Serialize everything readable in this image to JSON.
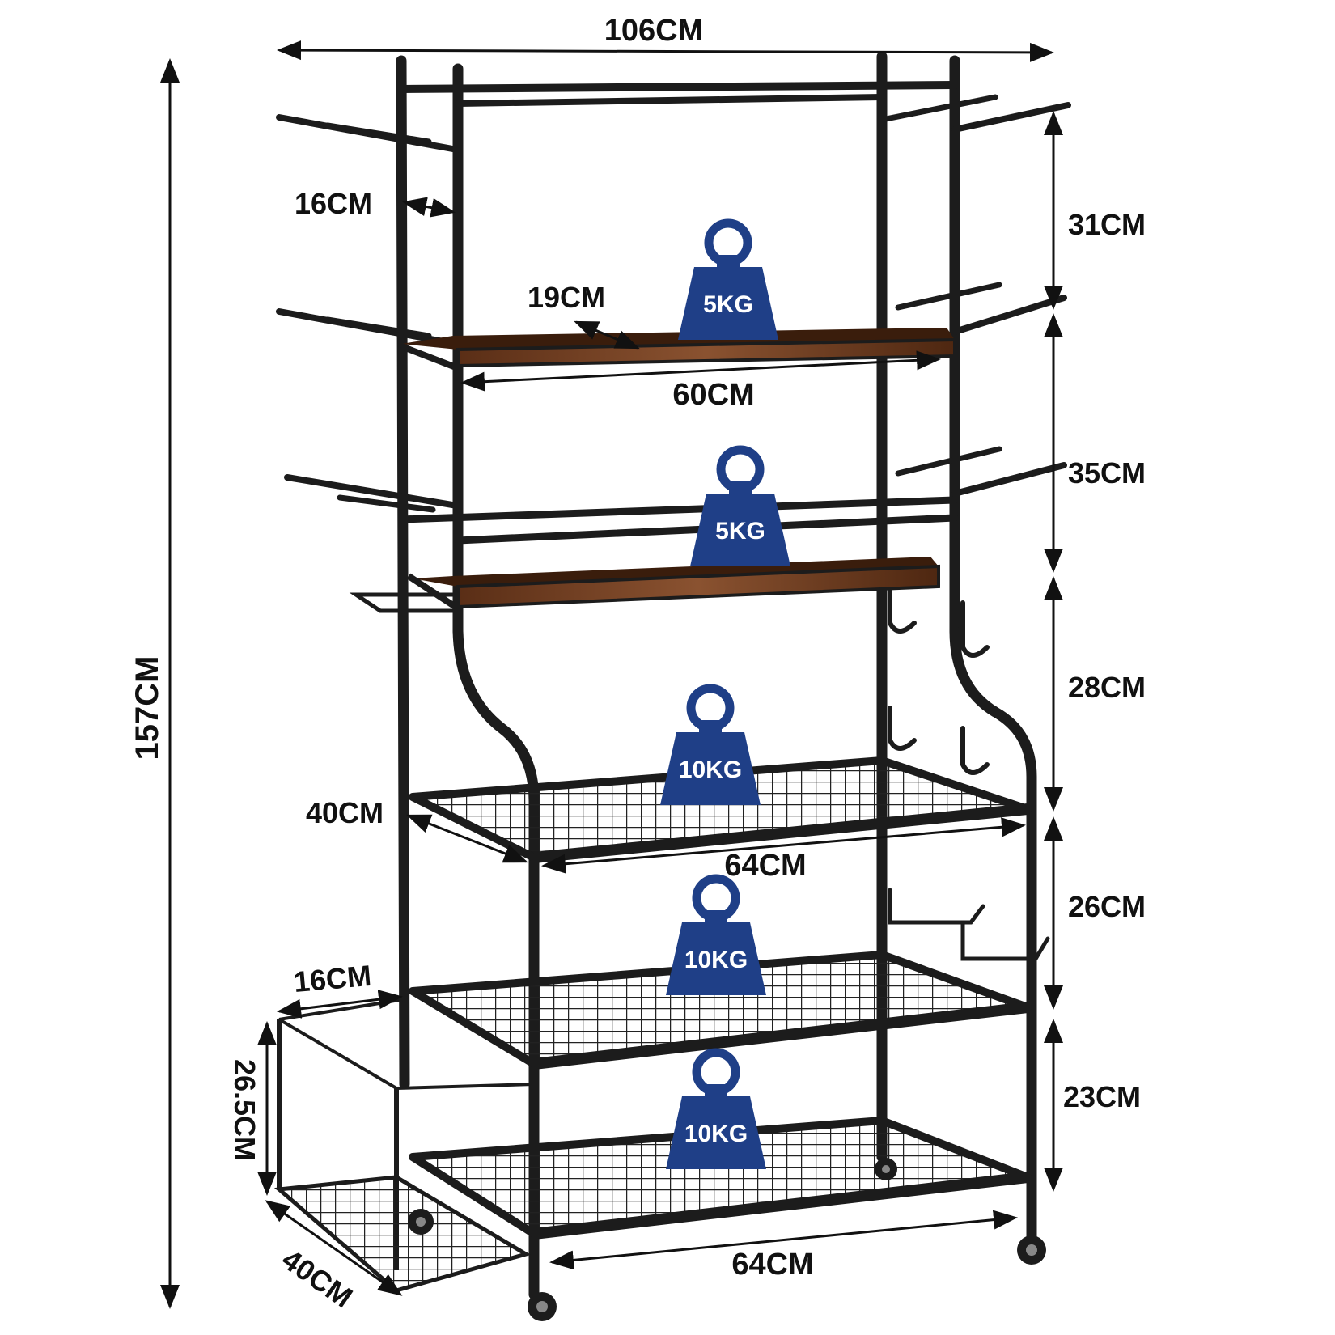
{
  "dimensions": {
    "overall_width": "106CM",
    "overall_height": "157CM",
    "hook_spacing_top": "16CM",
    "shelf_depth_top": "19CM",
    "shelf_width_top": "60CM",
    "mesh_depth": "40CM",
    "mesh_width_mid": "64CM",
    "basket_width": "16CM",
    "basket_height": "26.5CM",
    "basket_depth": "40CM",
    "mesh_width_bottom": "64CM",
    "gap_1": "31CM",
    "gap_2": "35CM",
    "gap_3": "28CM",
    "gap_4": "26CM",
    "gap_5": "23CM"
  },
  "weights": [
    "5KG",
    "5KG",
    "10KG",
    "10KG",
    "10KG"
  ],
  "colors": {
    "frame": "#1c1c1c",
    "wood": "#6b3a1f",
    "wood_highlight": "#8a5230",
    "weight_badge": "#1f3f87",
    "text": "#111111"
  },
  "icons": [
    "weight-icon"
  ]
}
